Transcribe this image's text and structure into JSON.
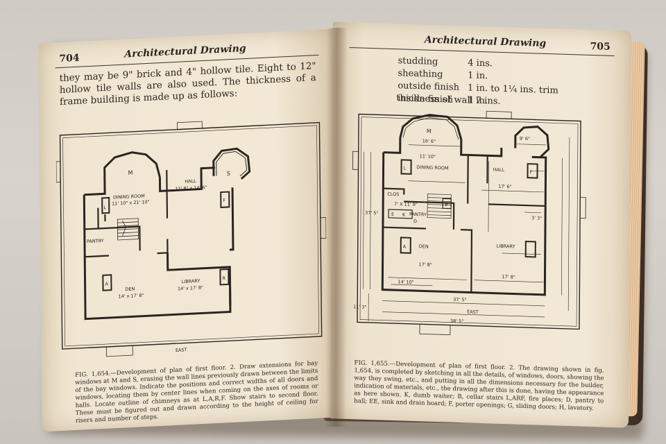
{
  "left_page": {
    "page_number": "704",
    "running_title": "Architectural Drawing",
    "body_text": "they may be 9\" brick and 4\" hollow tile. Eight to 12\" hollow tile walls are also used. The thickness of a frame building is made up as follows:",
    "plan": {
      "labels": {
        "m": "M",
        "s": "S",
        "dining": "DINING ROOM",
        "dining_dim": "11' 10\" x 21' 10\"",
        "hall": "HALL",
        "hall_dim": "11' 8\" x 14' 6\"",
        "pantry": "PANTRY",
        "den": "DEN",
        "den_dim": "14' x 17' 8\"",
        "library": "LIBRARY",
        "library_dim": "14' x 17' 8\"",
        "l": "L",
        "f": "F",
        "a": "A",
        "r": "R",
        "east": "EAST"
      }
    },
    "caption": "FIG. 1,654.—Development of plan of first floor. 2. Draw extensions for bay windows at M and S, erasing the wall lines previously drawn between the limits of the bay windows. Indicate the positions and correct widths of all doors and windows, locating them by center lines when coming on the axes of rooms or halls. Locate outline of chimneys as at L,A,R,F. Show stairs to second floor. These must be figured out and drawn according to the height of ceiling for risers and number of steps."
  },
  "right_page": {
    "page_number": "705",
    "running_title": "Architectural Drawing",
    "spec_rows": [
      {
        "item": "studding",
        "value": "4 ins."
      },
      {
        "item": "sheathing",
        "value": "1 in."
      },
      {
        "item": "outside finish",
        "value": "1 in. to 1¼ ins. trim"
      },
      {
        "item": "inside finish",
        "value": "1 in."
      }
    ],
    "spec_total": "thickness of wall 7 ins.",
    "plan": {
      "labels": {
        "m": "M",
        "dining": "DINING ROOM",
        "hall": "HALL",
        "pantry": "PANTRY",
        "clos": "CLOS",
        "den": "DEN",
        "library": "LIBRARY",
        "l": "L",
        "f": "F",
        "a": "A",
        "b": "B",
        "d": "D",
        "e": "E",
        "k": "K",
        "dim_top": "16' 6\"",
        "dim_dining": "11' 10\"",
        "dim_bay": "9' 6\"",
        "dim_pantry": "7' X 11' 9\"",
        "dim_den": "17' 8\"",
        "dim_den2": "14' 10\"",
        "dim_lib": "17' 8\"",
        "dim_total1": "37' 5\"",
        "dim_total2": "38' 5\"",
        "dim_side": "37' 5\"",
        "dim_hall": "17' 6\"",
        "dim_3": "3' 3\"",
        "dim_11": "11' 3\"",
        "east": "EAST"
      }
    },
    "caption": "FIG. 1,655.—Development of plan of first floor. 2. The drawing shown in fig. 1,654, is completed by sketching in all the details, of windows, doors, showing the way they swing, etc., and putting in all the dimensions necessary for the builder, indication of materials, etc., the drawing after this is done, having the appearance as here shown. K, dumb waiter; B, cellar stairs L,ARF, fire places; D, pantry to hall; EE, sink and drain board; F, porter openings; G, sliding doors; H, lavatory."
  }
}
